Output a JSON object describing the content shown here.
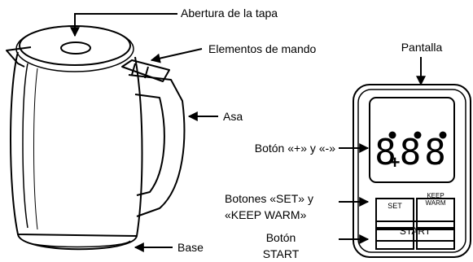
{
  "labels": {
    "lid_opening": "Abertura de la tapa",
    "controls": "Elementos de mando",
    "display": "Pantalla",
    "handle": "Asa",
    "plus_minus": "Botón «+» y «-»",
    "set_keep_line1": "Botones «SET» y",
    "set_keep_line2": "«KEEP WARM»",
    "base": "Base",
    "start_line1": "Botón",
    "start_line2": "START"
  },
  "panel": {
    "display_digits": "888",
    "plus": "+",
    "minus": "–",
    "set": "SET",
    "keep_line1": "KEEP",
    "keep_line2": "WARM",
    "start": "START"
  }
}
